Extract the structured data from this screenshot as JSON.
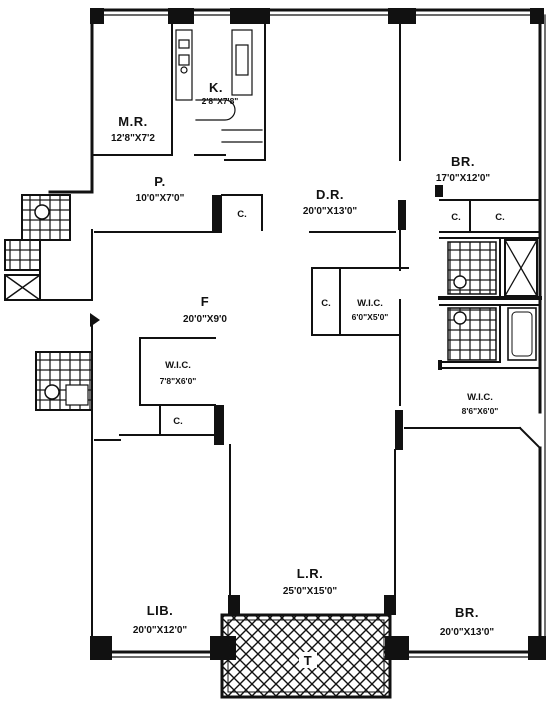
{
  "rooms": {
    "mr": {
      "name": "M.R.",
      "dim": "12'8\"X7'2"
    },
    "k": {
      "name": "K.",
      "dim": "2'8\"X7'8\""
    },
    "p": {
      "name": "P.",
      "dim": "10'0\"X7'0\""
    },
    "dr": {
      "name": "D.R.",
      "dim": "20'0\"X13'0\""
    },
    "br1": {
      "name": "BR.",
      "dim": "17'0\"X12'0\""
    },
    "f": {
      "name": "F",
      "dim": "20'0\"X9'0"
    },
    "wic1": {
      "name": "W.I.C.",
      "dim": "6'0\"X5'0\""
    },
    "wic2": {
      "name": "W.I.C.",
      "dim": "7'8\"X6'0\""
    },
    "wic3": {
      "name": "W.I.C.",
      "dim": "8'6\"X6'0\""
    },
    "lr": {
      "name": "L.R.",
      "dim": "25'0\"X15'0\""
    },
    "lib": {
      "name": "LIB.",
      "dim": "20'0\"X12'0\""
    },
    "br2": {
      "name": "BR.",
      "dim": "20'0\"X13'0\""
    },
    "terrace": {
      "name": "T"
    }
  },
  "closets": {
    "c_pantry": "C.",
    "c_br1_a": "C.",
    "c_br1_b": "C.",
    "c_wic1": "C.",
    "c_foyer": "C."
  },
  "colors": {
    "ink": "#111111",
    "paper": "#ffffff"
  }
}
